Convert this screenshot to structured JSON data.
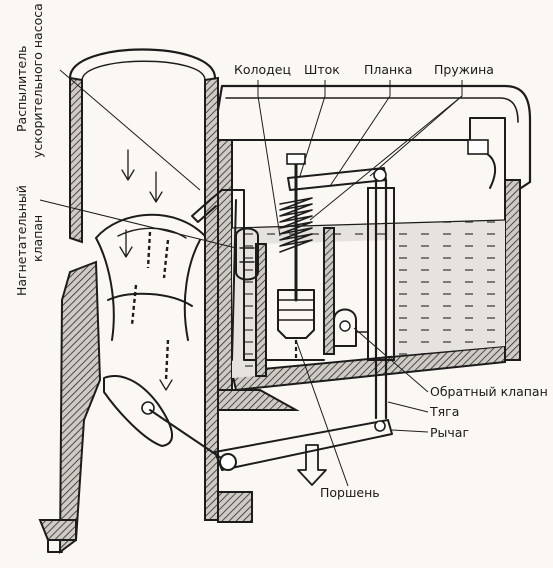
{
  "labels": {
    "well": "Колодец",
    "rod": "Шток",
    "bar": "Планка",
    "spring": "Пружина",
    "check_valve": "Обратный клапан",
    "link": "Тяга",
    "lever": "Рычаг",
    "piston": "Поршень",
    "pressure_valve_line1": "Нагнетательный",
    "pressure_valve_line2": "клапан",
    "sprayer_line1": "Распылитель",
    "sprayer_line2": "ускорительного насоса"
  },
  "colors": {
    "ink": "#1c1c1c",
    "paper": "#fbf8f4",
    "fuel": "#e6e3de"
  }
}
